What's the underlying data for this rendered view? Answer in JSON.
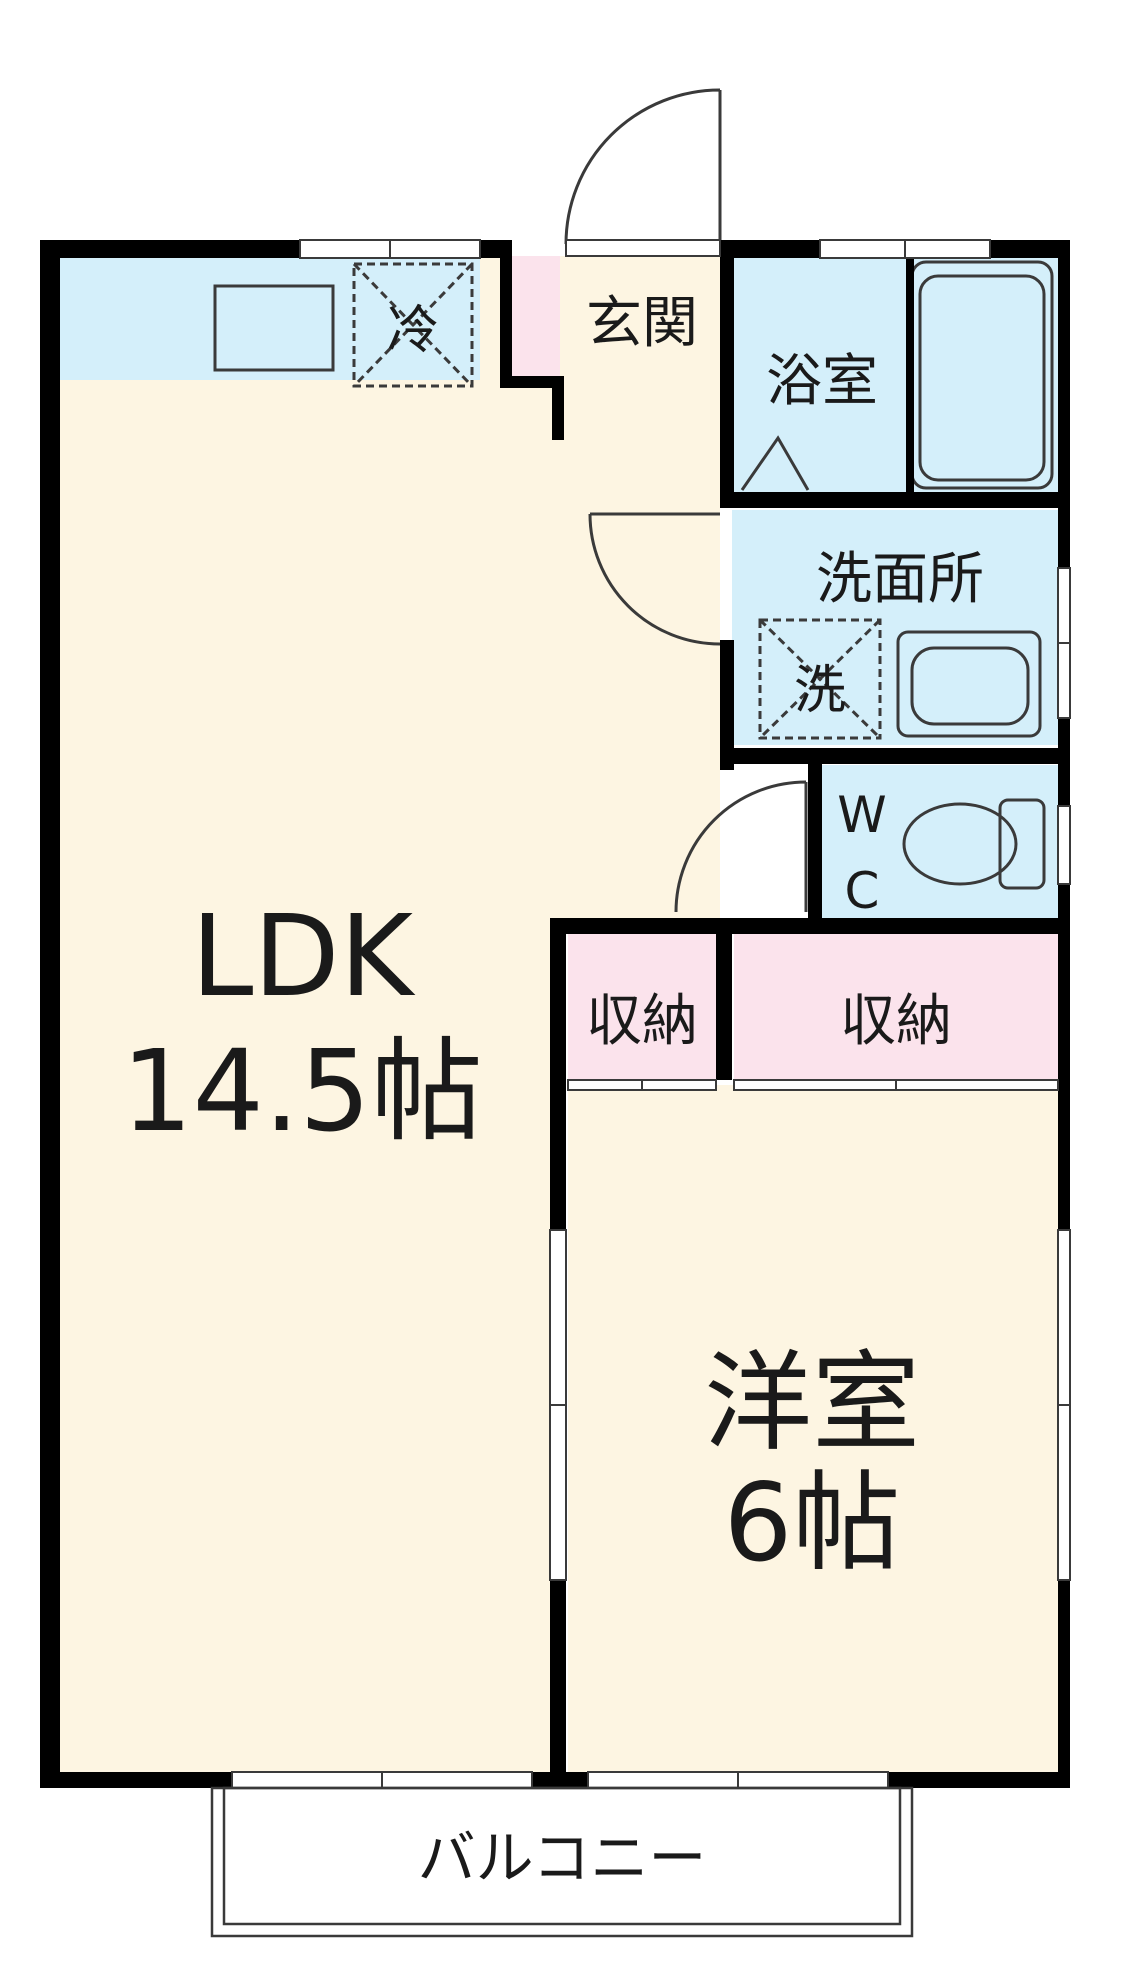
{
  "labels": {
    "ldk_name": "LDK",
    "ldk_size": "14.5帖",
    "western_name": "洋室",
    "western_size": "6帖",
    "entrance": "玄関",
    "bathroom": "浴室",
    "washroom": "洗面所",
    "washer": "洗",
    "fridge": "冷",
    "wc_w": "W",
    "wc_c": "C",
    "storage_small": "収納",
    "storage_large": "収納",
    "balcony": "バルコニー"
  },
  "colors": {
    "floor": "#fdf5e2",
    "water": "#d4effa",
    "storage": "#fbe3ec",
    "wall": "#000000"
  }
}
